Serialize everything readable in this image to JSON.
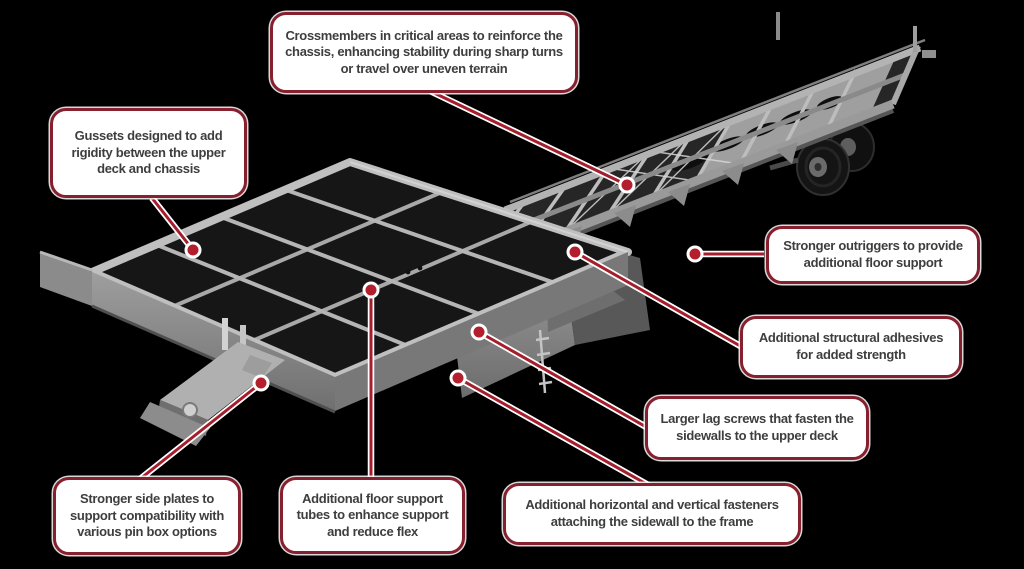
{
  "diagram": {
    "subject": "trailer-chassis-3d-render",
    "colors": {
      "background": "#000000",
      "callout_background": "#ffffff",
      "callout_border": "#86202f",
      "leader_line_red": "#a51e2d",
      "anchor_dot_red": "#b41f2e",
      "text": "#3e3d3f",
      "chassis_gray": "#9b9b9b"
    },
    "callouts": [
      {
        "id": "crossmembers",
        "text": "Crossmembers in critical areas to reinforce the chassis, enhancing stability during sharp turns or travel over uneven terrain"
      },
      {
        "id": "gussets",
        "text": "Gussets designed to add rigidity between the upper deck and chassis"
      },
      {
        "id": "outriggers",
        "text": "Stronger outriggers to provide additional floor support"
      },
      {
        "id": "adhesives",
        "text": "Additional structural adhesives for added strength"
      },
      {
        "id": "lag-screws",
        "text": "Larger lag screws that fasten the sidewalls to the upper deck"
      },
      {
        "id": "fasteners",
        "text": "Additional horizontal and vertical fasteners attaching the sidewall to the frame"
      },
      {
        "id": "floor-tubes",
        "text": "Additional floor support tubes to enhance support and reduce flex"
      },
      {
        "id": "side-plates",
        "text": "Stronger side plates to support compatibility with various pin box options"
      }
    ]
  }
}
